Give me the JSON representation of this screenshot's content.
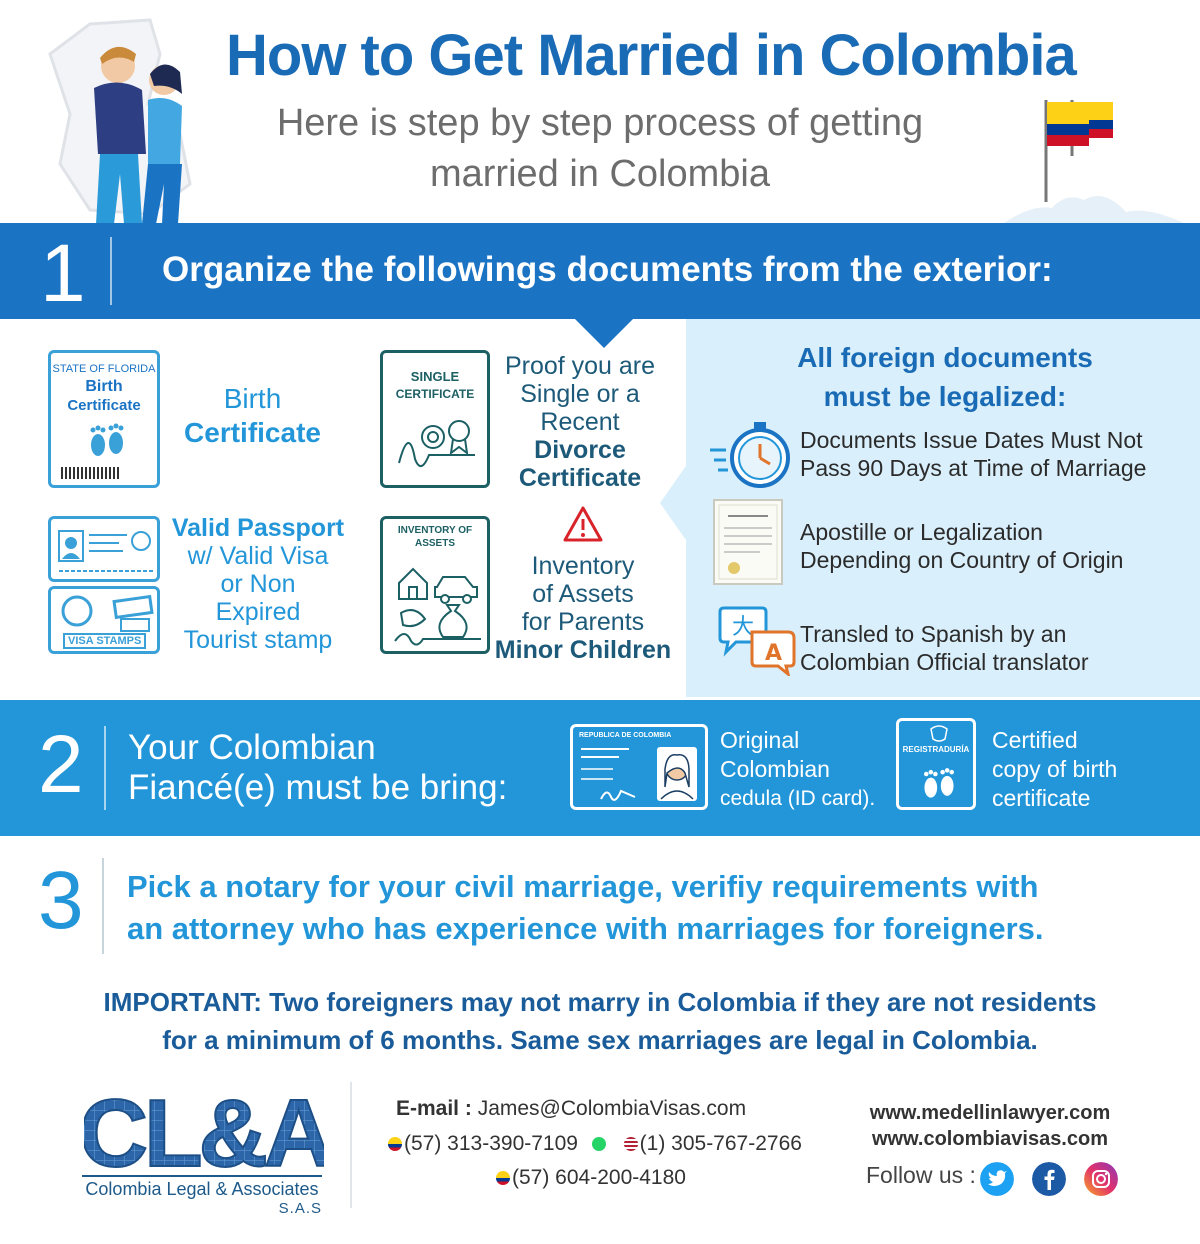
{
  "header": {
    "title": "How to Get Married in Colombia",
    "subtitle": "Here is step by step process of getting married in Colombia"
  },
  "step1": {
    "number": "1",
    "title": "Organize the followings documents from the exterior:",
    "documents": {
      "birth": {
        "card_line1": "STATE OF FLORIDA",
        "card_line2": "Birth",
        "card_line3": "Certificate",
        "label_line1": "Birth",
        "label_line2": "Certificate"
      },
      "single": {
        "card_line1": "SINGLE",
        "card_line2": "CERTIFICATE",
        "label_line1": "Proof you are",
        "label_line2": "Single or a",
        "label_line3": "Recent",
        "label_line4": "Divorce",
        "label_line5": "Certificate"
      },
      "passport": {
        "stamp": "VISA STAMPS",
        "label_line1": "Valid Passport",
        "label_line2": "w/ Valid Visa",
        "label_line3": "or Non",
        "label_line4": "Expired",
        "label_line5": "Tourist stamp"
      },
      "inventory": {
        "card_line1": "INVENTORY OF",
        "card_line2": "ASSETS",
        "label_line1": "Inventory",
        "label_line2": "of Assets",
        "label_line3": "for Parents",
        "label_line4": "Minor Children"
      }
    },
    "legalized": {
      "title_line1": "All foreign documents",
      "title_line2": "must be legalized:",
      "items": [
        {
          "line1": "Documents Issue Dates Must Not",
          "line2": "Pass 90 Days at Time of Marriage"
        },
        {
          "line1": "Apostille or Legalization",
          "line2": "Depending on Country of Origin"
        },
        {
          "line1": "Transled to Spanish by an",
          "line2": "Colombian Official translator"
        }
      ]
    }
  },
  "step2": {
    "number": "2",
    "title_line1": "Your Colombian",
    "title_line2": "Fiancé(e) must be bring:",
    "cedula": {
      "card_title": "REPUBLICA DE COLOMBIA",
      "line1": "Original",
      "line2": "Colombian",
      "line3": "cedula (ID card)."
    },
    "birth_copy": {
      "card_title": "REGISTRADURÍA",
      "line1": "Certified",
      "line2": "copy of birth",
      "line3": "certificate"
    }
  },
  "step3": {
    "number": "3",
    "line1": "Pick a notary for your civil marriage, verifiy requirements with",
    "line2": "an attorney who has experience with marriages for foreigners."
  },
  "important": {
    "line1": "IMPORTANT: Two foreigners may not marry in Colombia if they are not residents",
    "line2": "for a minimum of 6 months. Same sex marriages are legal in Colombia."
  },
  "footer": {
    "logo_mark": "CL&A",
    "company": "Colombia Legal & Associates",
    "company_suffix": "S.A.S",
    "email_label": "E-mail :",
    "email": "James@ColombiaVisas.com",
    "phone1": "(57) 313-390-7109",
    "phone2": "(1) 305-767-2766",
    "phone3": "(57) 604-200-4180",
    "site1": "www.medellinlawyer.com",
    "site2": "www.colombiavisas.com",
    "follow": "Follow us :"
  },
  "colors": {
    "primary_blue": "#1b73c4",
    "light_blue": "#2296d9",
    "panel_bg": "#d9effb",
    "colombia_yellow": "#fcd116",
    "colombia_blue": "#003893",
    "colombia_red": "#ce1126"
  },
  "icons": [
    "couple-illustration",
    "colombia-flag-icon",
    "footprints-icon",
    "seal-icon",
    "warning-icon",
    "stopwatch-icon",
    "certificate-icon",
    "translate-icon",
    "whatsapp-icon",
    "twitter-icon",
    "facebook-icon",
    "instagram-icon"
  ]
}
